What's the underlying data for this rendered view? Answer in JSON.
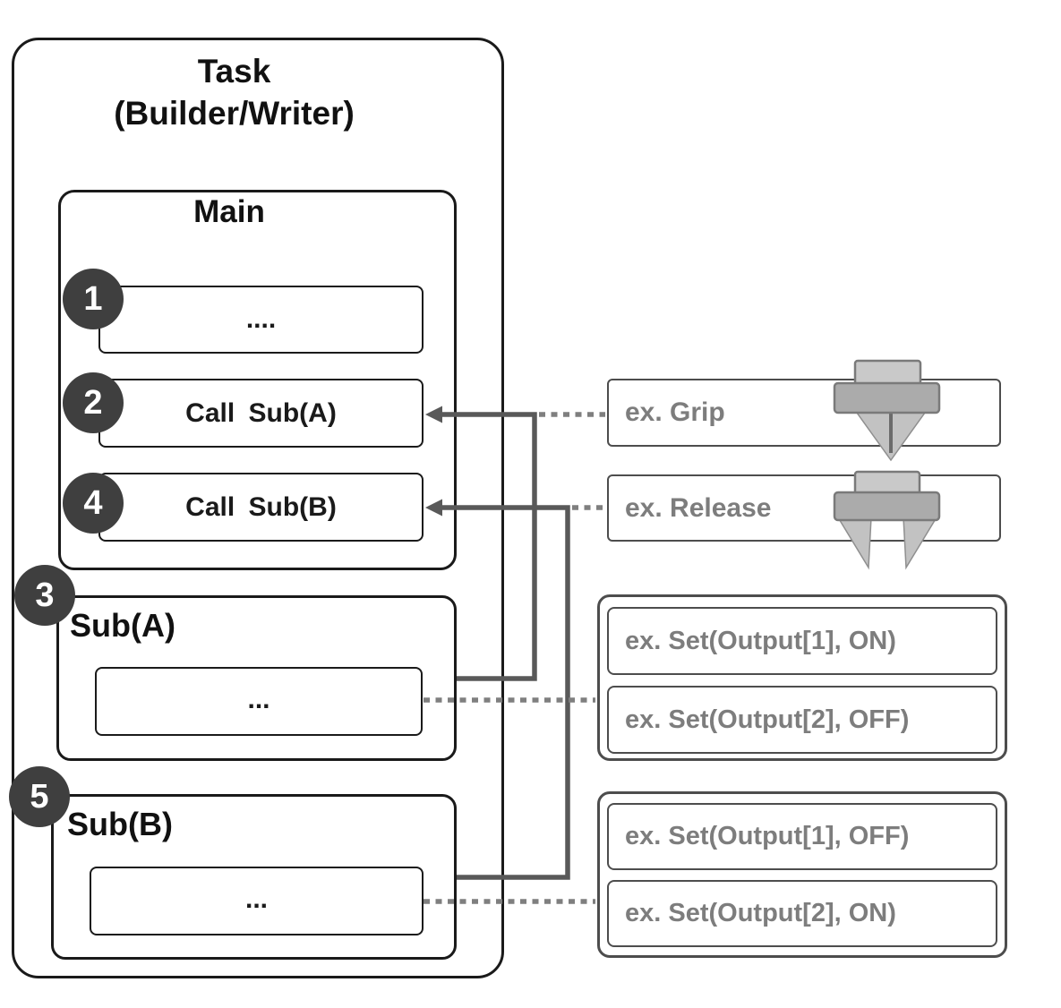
{
  "task": {
    "title_line1": "Task",
    "title_line2": "(Builder/Writer)"
  },
  "main": {
    "title": "Main",
    "steps": [
      {
        "num": "1",
        "label": "...."
      },
      {
        "num": "2",
        "label": "Call Sub(A)"
      },
      {
        "num": "4",
        "label": "Call Sub(B)"
      }
    ]
  },
  "subroutines": [
    {
      "num": "3",
      "title": "Sub(A)",
      "body": "..."
    },
    {
      "num": "5",
      "title": "Sub(B)",
      "body": "..."
    }
  ],
  "annotations": {
    "grip": {
      "label": "ex. Grip",
      "icon": "gripper-closed-icon"
    },
    "release": {
      "label": "ex. Release",
      "icon": "gripper-open-icon"
    },
    "sub_a_examples": [
      {
        "label": "ex. Set(Output[1], ON)"
      },
      {
        "label": "ex. Set(Output[2], OFF)"
      }
    ],
    "sub_b_examples": [
      {
        "label": "ex. Set(Output[1], OFF)"
      },
      {
        "label": "ex. Set(Output[2], ON)"
      }
    ]
  },
  "colors": {
    "box_border": "#1a1a1a",
    "gray_border": "#4d4d4d",
    "gray_text": "#7d7d7d",
    "connector": "#595959",
    "dotted_line": "#7f7f7f",
    "number_badge": "#3f3f3f",
    "icon_light_gray": "#c9c9c9",
    "icon_mid_gray": "#ababab"
  }
}
